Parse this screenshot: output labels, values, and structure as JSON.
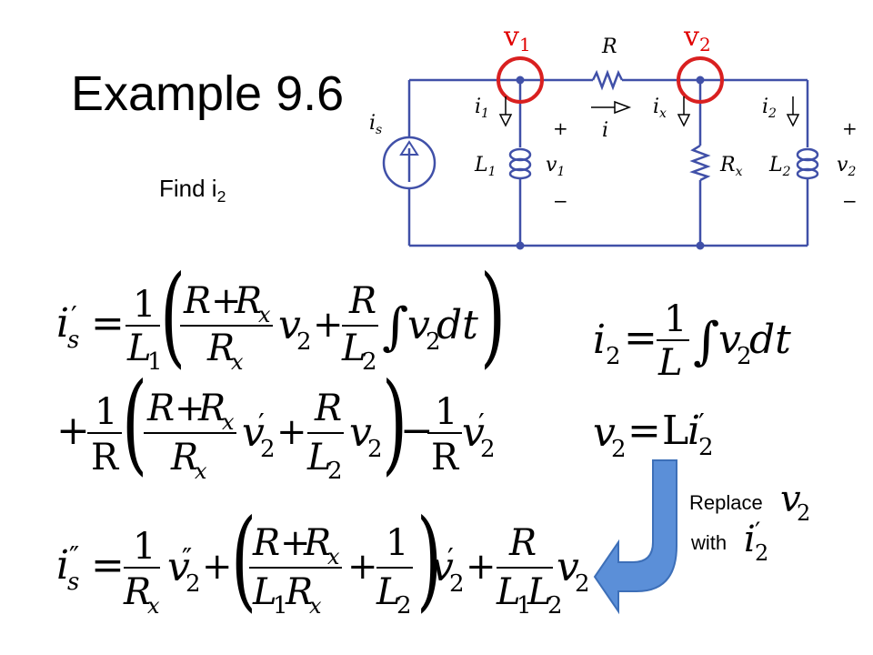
{
  "slide": {
    "title": "Example 9.6",
    "task_prefix": "Find i",
    "task_sub": "2"
  },
  "circuit": {
    "node1_prefix": "v",
    "node1_sub": "1",
    "node2_prefix": "v",
    "node2_sub": "2",
    "source_label": "i",
    "source_sub": "s",
    "resistor_label": "R",
    "branch_current": "i",
    "currents": {
      "i1": "1",
      "ix": "x",
      "i2": "2"
    },
    "inductor1": {
      "name": "L",
      "sub": "1"
    },
    "resistor_x": {
      "name": "R",
      "sub": "x"
    },
    "inductor2": {
      "name": "L",
      "sub": "2"
    },
    "voltage1": {
      "name": "v",
      "sub": "1",
      "plus": "+",
      "minus": "−"
    },
    "voltage2": {
      "name": "v",
      "sub": "2",
      "plus": "+",
      "minus": "−"
    }
  },
  "colors": {
    "circuit": "#4050a8",
    "highlight": "#d92020",
    "node_label": "#e00000",
    "arrow": "#5b8fd8",
    "arrow_edge": "#3d6fb8"
  },
  "annotation": {
    "replace_word": "Replace",
    "with_word": "with"
  }
}
